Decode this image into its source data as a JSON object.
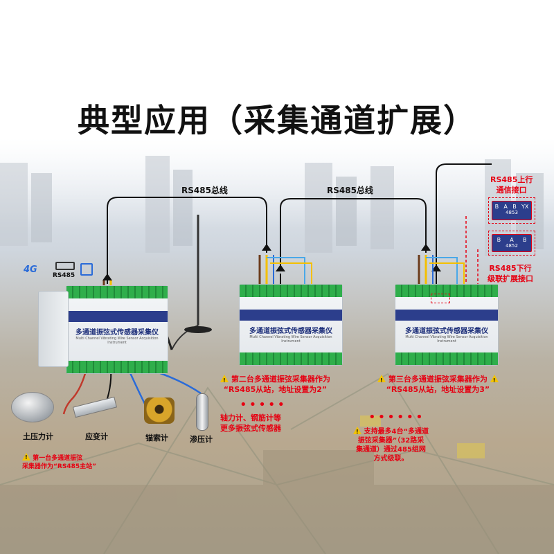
{
  "title": "典型应用（采集通道扩展）",
  "bus": {
    "label_1": "RS485总线",
    "label_2": "RS485总线"
  },
  "gateway": {
    "net_label": "4G",
    "rs485_label": "RS485",
    "brand": "多通道振弦式传感器采集仪",
    "sub": "Multi Channel Vibrating Wire Sensor Acquisition Instrument"
  },
  "device2": {
    "brand": "多通道振弦式传感器采集仪",
    "sub": "Multi Channel Vibrating Wire Sensor Acquisition Instrument",
    "note": [
      "第二台多通道振弦采集器作为",
      "“RS485从站，地址设置为2”"
    ]
  },
  "device3": {
    "brand": "多通道振弦式传感器采集仪",
    "sub": "Multi Channel Vibrating Wire Sensor Acquisition Instrument",
    "note": [
      "第三台多通道振弦采集器作为",
      "“RS485从站，地址设置为3”"
    ]
  },
  "ports": {
    "upper_label": [
      "RS485上行",
      "通信接口"
    ],
    "lower_label": [
      "RS485下行",
      "级联扩展接口"
    ],
    "upper_pins": [
      "B",
      "A",
      "B",
      "YX"
    ],
    "upper_code": "4853",
    "lower_pins": [
      "B",
      "A",
      "B"
    ],
    "lower_code": "4852"
  },
  "sensors": {
    "items": [
      {
        "name": "土压力计"
      },
      {
        "name": "应变计"
      },
      {
        "name": "锚索计"
      },
      {
        "name": "渗压计"
      }
    ],
    "more_note": [
      "轴力计、钢筋计等",
      "更多振弦式传感器"
    ]
  },
  "master_note": [
    "第一台多通道振弦",
    "采集器作为“RS485主站”"
  ],
  "max_note": [
    "支持最多4台“多通道",
    "振弦采集器”（32路采",
    "集通道）通过485组网",
    "方式级联。"
  ],
  "colors": {
    "accent_red": "#e60012",
    "device_blue": "#2c3e8c",
    "terminal_green": "#2fae4b",
    "warning_yellow": "#f3c300"
  }
}
